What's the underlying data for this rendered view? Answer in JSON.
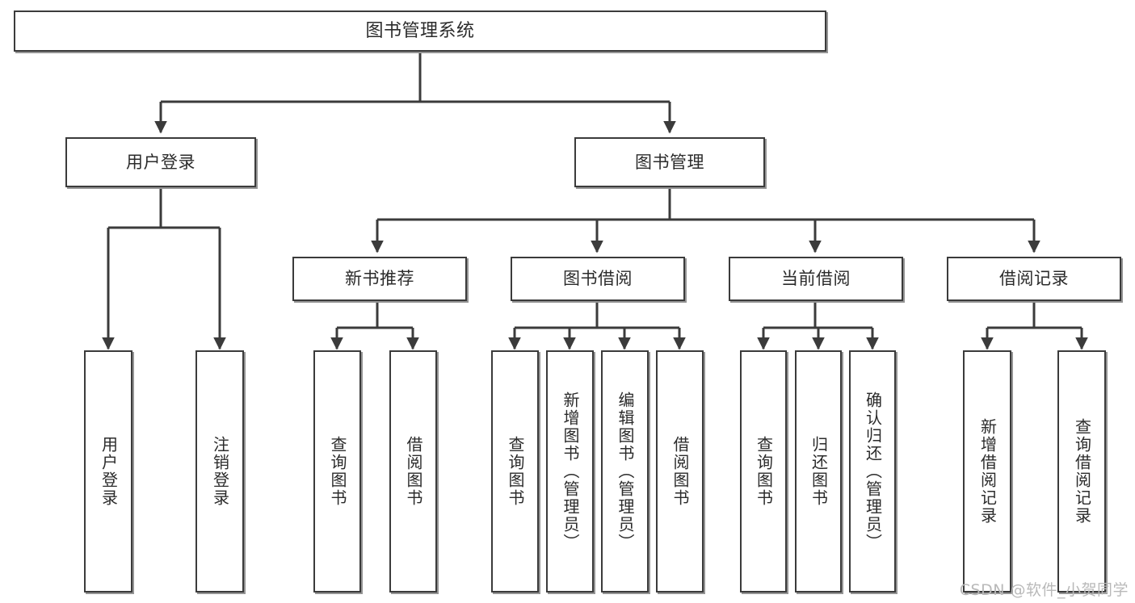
{
  "diagram": {
    "type": "tree",
    "title": "图书管理系统",
    "watermark": "CSDN @软件_小贺同学",
    "colors": {
      "background": "#ffffff",
      "node_border": "#3b3b3b",
      "node_fill": "#ffffff",
      "connector": "#3b3b3b",
      "text": "#2b2b2b",
      "watermark": "#b9b9b9"
    },
    "nodes": {
      "root": {
        "label": "图书管理系统"
      },
      "level2": [
        {
          "id": "user-login",
          "label": "用户登录"
        },
        {
          "id": "book-manage",
          "label": "图书管理"
        }
      ],
      "level3": [
        {
          "id": "new-book-recommend",
          "label": "新书推荐"
        },
        {
          "id": "book-borrow",
          "label": "图书借阅"
        },
        {
          "id": "current-borrow",
          "label": "当前借阅"
        },
        {
          "id": "borrow-record",
          "label": "借阅记录"
        }
      ],
      "leaves": {
        "user_login": [
          {
            "id": "leaf-user-login",
            "label": "用户登录"
          },
          {
            "id": "leaf-logout",
            "label": "注销登录"
          }
        ],
        "new_book_recommend": [
          {
            "id": "leaf-query-book-1",
            "label": "查询图书"
          },
          {
            "id": "leaf-borrow-book-1",
            "label": "借阅图书"
          }
        ],
        "book_borrow": [
          {
            "id": "leaf-query-book-2",
            "label": "查询图书"
          },
          {
            "id": "leaf-add-book",
            "label": "新增图书（管理员）"
          },
          {
            "id": "leaf-edit-book",
            "label": "编辑图书（管理员）"
          },
          {
            "id": "leaf-borrow-book-2",
            "label": "借阅图书"
          }
        ],
        "current_borrow": [
          {
            "id": "leaf-query-book-3",
            "label": "查询图书"
          },
          {
            "id": "leaf-return-book",
            "label": "归还图书"
          },
          {
            "id": "leaf-confirm-return",
            "label": "确认归还（管理员）"
          }
        ],
        "borrow_record": [
          {
            "id": "leaf-add-record",
            "label": "新增借阅记录"
          },
          {
            "id": "leaf-query-record",
            "label": "查询借阅记录"
          }
        ]
      }
    }
  }
}
